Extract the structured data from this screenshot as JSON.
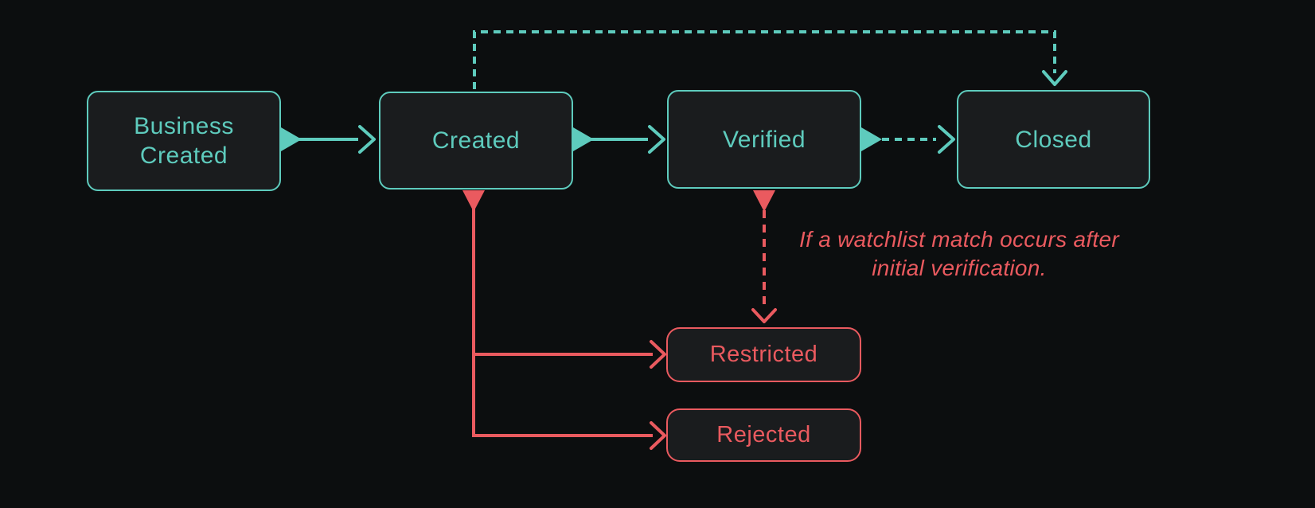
{
  "colors": {
    "teal": "#5ecbbd",
    "red": "#ea5a5f",
    "background": "#0c0e0f",
    "node_fill": "#1a1c1e"
  },
  "nodes": {
    "business_created": {
      "label": "Business Created",
      "accent": "teal"
    },
    "created": {
      "label": "Created",
      "accent": "teal"
    },
    "verified": {
      "label": "Verified",
      "accent": "teal"
    },
    "closed": {
      "label": "Closed",
      "accent": "teal"
    },
    "restricted": {
      "label": "Restricted",
      "accent": "red"
    },
    "rejected": {
      "label": "Rejected",
      "accent": "red"
    }
  },
  "edges": [
    {
      "from": "Business Created",
      "to": "Created",
      "line": "solid",
      "color": "teal"
    },
    {
      "from": "Created",
      "to": "Verified",
      "line": "solid",
      "color": "teal"
    },
    {
      "from": "Verified",
      "to": "Closed",
      "line": "dashed",
      "color": "teal"
    },
    {
      "from": "Created",
      "to": "Closed",
      "line": "dashed",
      "color": "teal",
      "route": "over-top"
    },
    {
      "from": "Verified",
      "to": "Restricted",
      "line": "dashed",
      "color": "red",
      "note": "If a watchlist match occurs after initial verification."
    },
    {
      "from": "Created",
      "to": "Restricted",
      "line": "solid",
      "color": "red"
    },
    {
      "from": "Created",
      "to": "Rejected",
      "line": "solid",
      "color": "red"
    }
  ],
  "annotation": {
    "full_text": "If a watchlist match occurs after initial verification.",
    "lines": [
      "If a watchlist match occurs after",
      "initial verification."
    ]
  }
}
